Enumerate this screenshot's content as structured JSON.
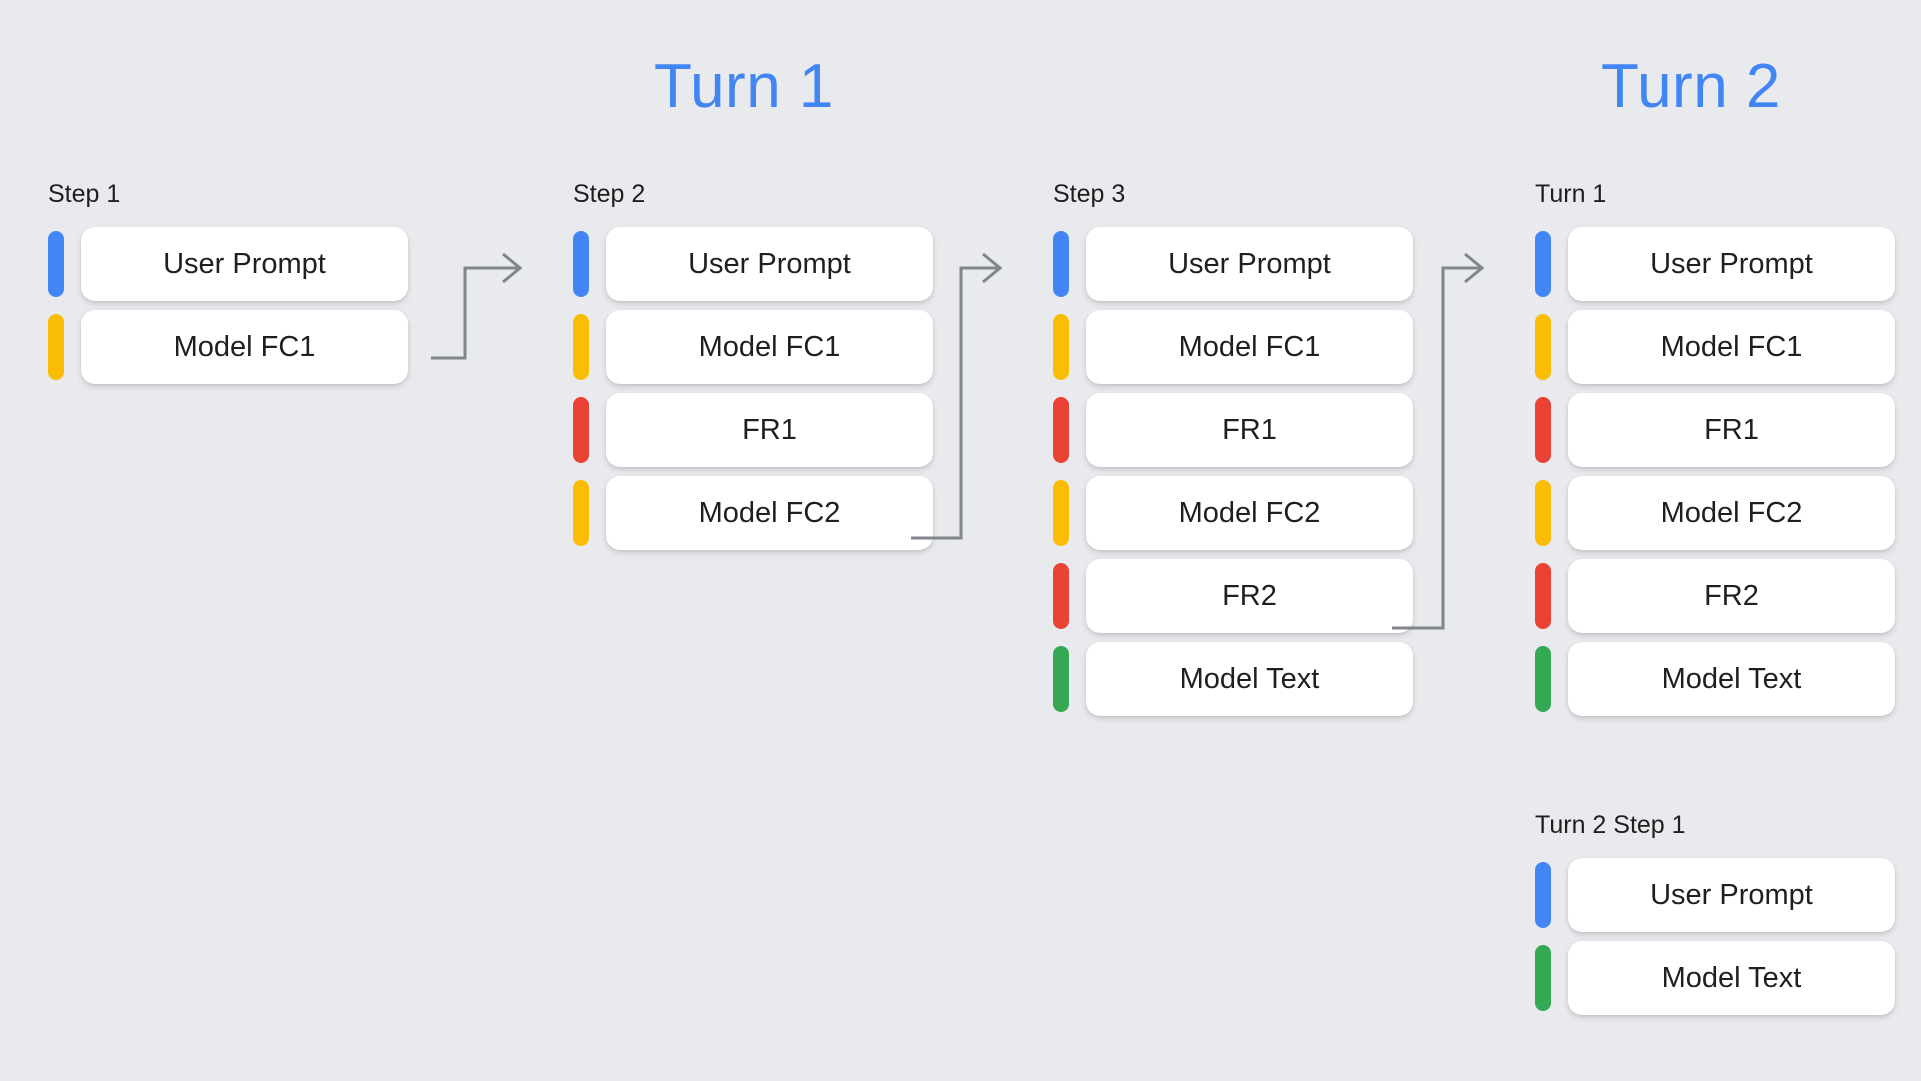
{
  "background_color": "#E8EAED",
  "palette": {
    "blue": "#4285F4",
    "yellow": "#FBBC04",
    "red": "#EA4335",
    "green": "#34A853",
    "card": "#FFFFFF",
    "connector": "#80868B",
    "text": "#1f1f1f",
    "title": "#4285F4"
  },
  "titles": {
    "turn_1": "Turn 1",
    "turn_2": "Turn 2"
  },
  "columns": [
    {
      "id": "step-1",
      "label": "Step 1",
      "rows": [
        {
          "color": "blue",
          "label": "User Prompt"
        },
        {
          "color": "yellow",
          "label": "Model FC1"
        }
      ]
    },
    {
      "id": "step-2",
      "label": "Step 2",
      "rows": [
        {
          "color": "blue",
          "label": "User Prompt"
        },
        {
          "color": "yellow",
          "label": "Model FC1"
        },
        {
          "color": "red",
          "label": "FR1"
        },
        {
          "color": "yellow",
          "label": "Model FC2"
        }
      ]
    },
    {
      "id": "step-3",
      "label": "Step 3",
      "rows": [
        {
          "color": "blue",
          "label": "User Prompt"
        },
        {
          "color": "yellow",
          "label": "Model FC1"
        },
        {
          "color": "red",
          "label": "FR1"
        },
        {
          "color": "yellow",
          "label": "Model FC2"
        },
        {
          "color": "red",
          "label": "FR2"
        },
        {
          "color": "green",
          "label": "Model Text"
        }
      ]
    },
    {
      "id": "turn-1",
      "label": "Turn 1",
      "rows": [
        {
          "color": "blue",
          "label": "User Prompt"
        },
        {
          "color": "yellow",
          "label": "Model FC1"
        },
        {
          "color": "red",
          "label": "FR1"
        },
        {
          "color": "yellow",
          "label": "Model FC2"
        },
        {
          "color": "red",
          "label": "FR2"
        },
        {
          "color": "green",
          "label": "Model Text"
        }
      ]
    },
    {
      "id": "turn-2-step-1",
      "label": "Turn 2 Step 1",
      "rows": [
        {
          "color": "blue",
          "label": "User Prompt"
        },
        {
          "color": "green",
          "label": "Model Text"
        }
      ]
    }
  ],
  "connectors": [
    {
      "id": "step1-to-step2",
      "from_row": "Model FC1",
      "to_row": "User Prompt"
    },
    {
      "id": "step2-to-step3",
      "from_row": "Model FC2",
      "to_row": "User Prompt"
    },
    {
      "id": "step3-to-turn1",
      "from_row": "FR2",
      "to_row": "User Prompt"
    }
  ]
}
